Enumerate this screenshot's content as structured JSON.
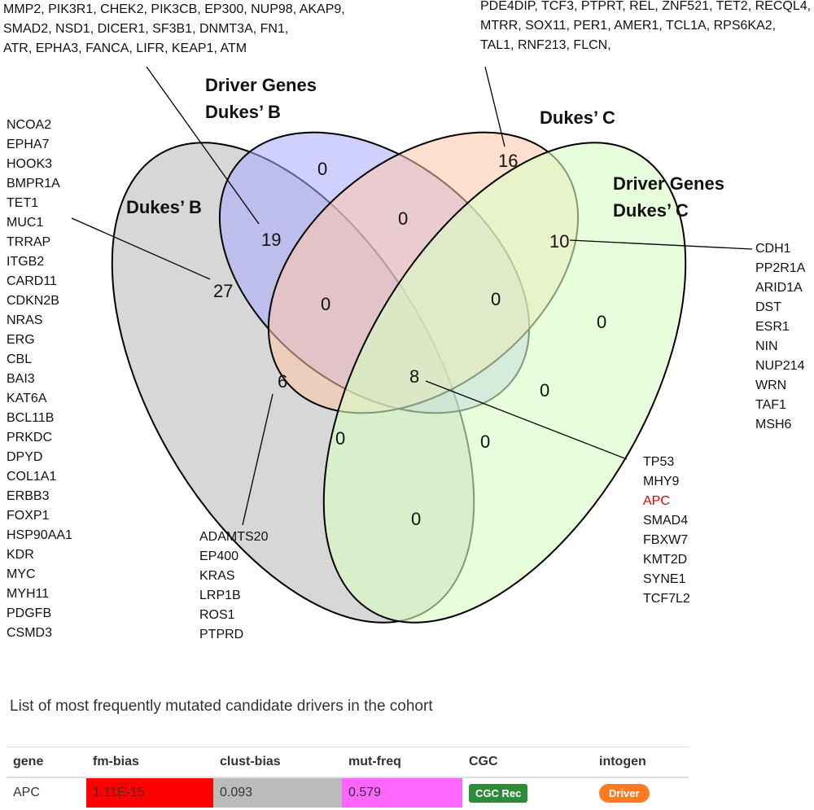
{
  "venn": {
    "sets": [
      {
        "name": "Dukes’ B"
      },
      {
        "name": "Driver Genes Dukes’ B"
      },
      {
        "name": "Dukes’ C"
      },
      {
        "name": "Driver Genes Dukes’ C"
      }
    ],
    "labels": {
      "dukes_b": "Dukes’ B",
      "driver_b_line1": "Driver Genes",
      "driver_b_line2": "Dukes’ B",
      "dukes_c": "Dukes’ C",
      "driver_c_line1": "Driver Genes",
      "driver_c_line2": "Dukes’ C"
    },
    "regions": [
      {
        "id": "b_only",
        "count": "27"
      },
      {
        "id": "b_driverB",
        "count": "19"
      },
      {
        "id": "driverB_only",
        "count": "0"
      },
      {
        "id": "driverB_c",
        "count": "0"
      },
      {
        "id": "c_only",
        "count": "16"
      },
      {
        "id": "c_driverC",
        "count": "10"
      },
      {
        "id": "driverC_only",
        "count": "0"
      },
      {
        "id": "b_driverB_c",
        "count": "0"
      },
      {
        "id": "driverB_c_driverC",
        "count": "0"
      },
      {
        "id": "all_four",
        "count": "8"
      },
      {
        "id": "b_c",
        "count": "6"
      },
      {
        "id": "b_c_driverC",
        "count": "0"
      },
      {
        "id": "c_driverC_b",
        "count": "0"
      },
      {
        "id": "driverC_driverB_only",
        "count": "0"
      },
      {
        "id": "b_driverC",
        "count": "0"
      }
    ],
    "colors": {
      "dukes_b": "#c8c8c8",
      "driver_b": "#a9a9ff",
      "dukes_c": "#ffc7a8",
      "driver_c": "#d9ffc4"
    }
  },
  "gene_lists": {
    "driver_b_top": [
      "MMP2, PIK3R1, CHEK2, PIK3CB, EP300, NUP98, AKAP9,",
      "SMAD2, NSD1, DICER1, SF3B1, DNMT3A, FN1,",
      "ATR, EPHA3, FANCA, LIFR, KEAP1, ATM"
    ],
    "dukes_c_top": [
      "PDE4DIP, TCF3, PTPRT, REL, ZNF521, TET2, RECQL4,",
      "MTRR, SOX11, PER1, AMER1, TCL1A, RPS6KA2,",
      "TAL1, RNF213, FLCN,"
    ],
    "dukes_b_left": [
      "NCOA2",
      "EPHA7",
      "HOOK3",
      "BMPR1A",
      "TET1",
      "MUC1",
      "TRRAP",
      "ITGB2",
      "CARD11",
      "CDKN2B",
      "NRAS",
      "ERG",
      "CBL",
      "BAI3",
      "KAT6A",
      "BCL11B",
      "PRKDC",
      "DPYD",
      "COL1A1",
      "ERBB3",
      "FOXP1",
      "HSP90AA1",
      "KDR",
      "MYC",
      "MYH11",
      "PDGFB",
      "CSMD3"
    ],
    "dukes_bc_middle": [
      "ADAMTS20",
      "EP400",
      "KRAS",
      "LRP1B",
      "ROS1",
      "PTPRD"
    ],
    "driver_c_right": [
      "CDH1",
      "PP2R1A",
      "ARID1A",
      "DST",
      "ESR1",
      "NIN",
      "NUP214",
      "WRN",
      "TAF1",
      "MSH6"
    ],
    "all_four": [
      {
        "gene": "TP53",
        "highlight": false
      },
      {
        "gene": "MHY9",
        "highlight": false
      },
      {
        "gene": "APC",
        "highlight": true
      },
      {
        "gene": "SMAD4",
        "highlight": false
      },
      {
        "gene": "FBXW7",
        "highlight": false
      },
      {
        "gene": "KMT2D",
        "highlight": false
      },
      {
        "gene": "SYNE1",
        "highlight": false
      },
      {
        "gene": "TCF7L2",
        "highlight": false
      }
    ],
    "highlight_color": "#e00000"
  },
  "caption": "List of most frequently mutated candidate drivers in the cohort",
  "driver_table": {
    "headers": {
      "gene": "gene",
      "fm_bias": "fm-bias",
      "clust_bias": "clust-bias",
      "mut_freq": "mut-freq",
      "cgc": "CGC",
      "intogen": "intogen"
    },
    "row": {
      "gene": "APC",
      "fm_bias": "1.11E-15",
      "clust_bias": "0.093",
      "mut_freq": "0.579",
      "cgc": "CGC Rec",
      "intogen": "Driver"
    },
    "colors": {
      "fm_bias": "#ff0000",
      "clust_bias": "#bbbbbb",
      "mut_freq": "#ff66ff",
      "cgc": "#2e8b3a",
      "intogen": "#ff7a22"
    }
  }
}
